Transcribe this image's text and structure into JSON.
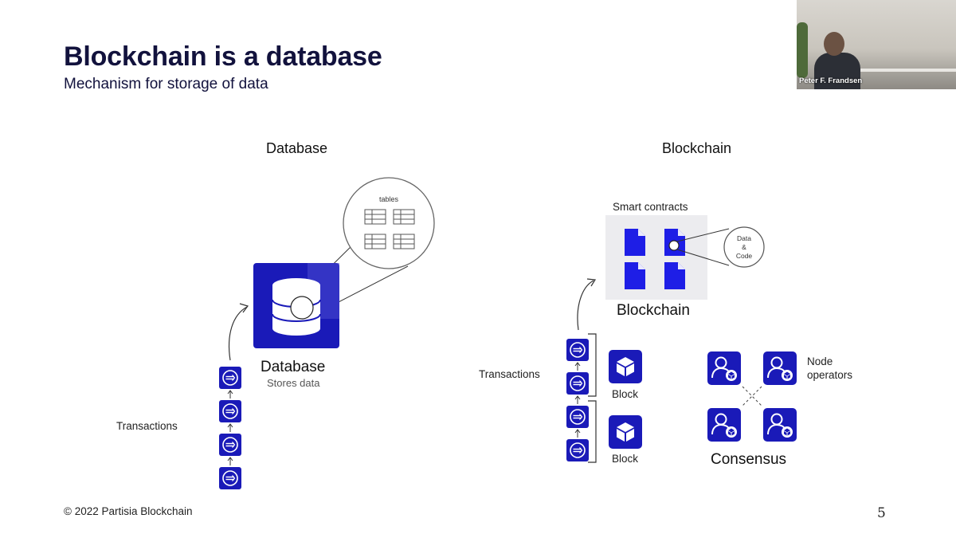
{
  "slide": {
    "title": "Blockchain is a database",
    "subtitle": "Mechanism for storage of data",
    "footer": "© 2022 Partisia Blockchain",
    "page_number": "5"
  },
  "database_section": {
    "heading": "Database",
    "zoom_label": "tables",
    "db_label": "Database",
    "db_caption": "Stores data",
    "transactions_label": "Transactions"
  },
  "blockchain_section": {
    "heading": "Blockchain",
    "smart_contracts_label": "Smart contracts",
    "zoom_label_line1": "Data",
    "zoom_label_line2": "&",
    "zoom_label_line3": "Code",
    "blockchain_label": "Blockchain",
    "transactions_label": "Transactions",
    "block_label_1": "Block",
    "block_label_2": "Block",
    "node_operators_line1": "Node",
    "node_operators_line2": "operators",
    "consensus_label": "Consensus"
  },
  "video": {
    "participant_name": "Peter F. Frandsen"
  },
  "colors": {
    "brand_blue": "#1a1ab8",
    "contract_blue": "#1e1ee6",
    "title_navy": "#12123d"
  }
}
